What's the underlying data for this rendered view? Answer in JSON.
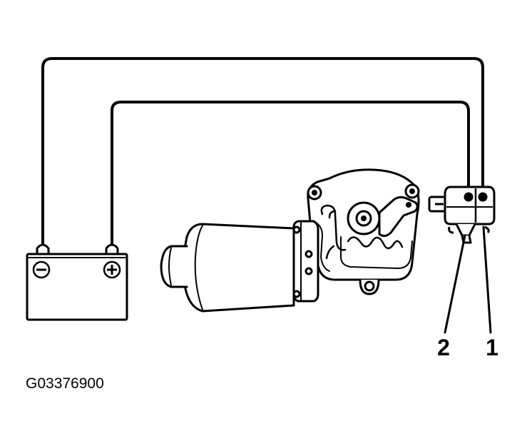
{
  "figure_id": "G03376900",
  "callouts": [
    {
      "number": "1"
    },
    {
      "number": "2"
    }
  ],
  "battery": {
    "negative_symbol": "−",
    "positive_symbol": "+"
  },
  "colors": {
    "line": "#000000",
    "background": "#ffffff"
  }
}
